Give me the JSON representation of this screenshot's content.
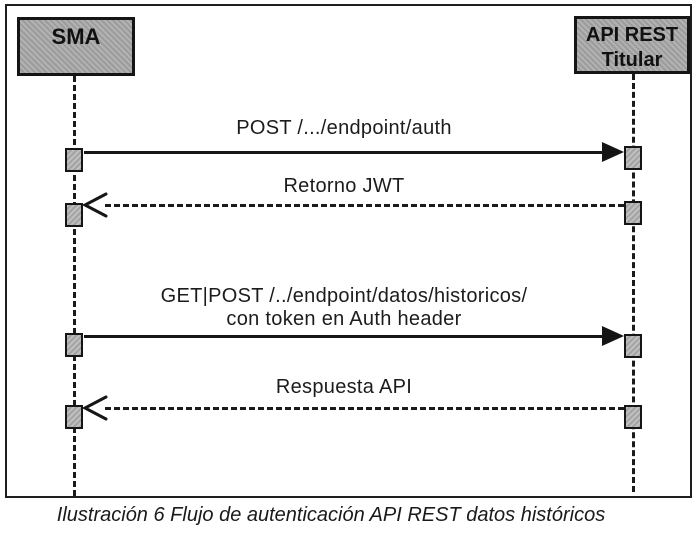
{
  "diagram": {
    "type": "sequence-diagram",
    "actors": [
      {
        "id": "sma",
        "label": "SMA"
      },
      {
        "id": "api-rest-titular",
        "label_line1": "API REST",
        "label_line2": "Titular"
      }
    ],
    "messages": [
      {
        "label": "POST /.../endpoint/auth",
        "from": "sma",
        "to": "api-rest-titular",
        "line_style": "solid",
        "arrowhead": "filled"
      },
      {
        "label": "Retorno JWT",
        "from": "api-rest-titular",
        "to": "sma",
        "line_style": "dashed",
        "arrowhead": "open"
      },
      {
        "label_line1": "GET|POST  /../endpoint/datos/historicos/",
        "label_line2": "con token en Auth header",
        "from": "sma",
        "to": "api-rest-titular",
        "line_style": "solid",
        "arrowhead": "filled"
      },
      {
        "label": "Respuesta API",
        "from": "api-rest-titular",
        "to": "sma",
        "line_style": "dashed",
        "arrowhead": "open"
      }
    ],
    "caption": "Ilustración 6 Flujo de autenticación API REST datos históricos"
  },
  "colors": {
    "line": "#1b1b1b",
    "actor_fill": "#a9a9a9",
    "activation_fill": "#b5b5b5",
    "background": "#ffffff"
  }
}
